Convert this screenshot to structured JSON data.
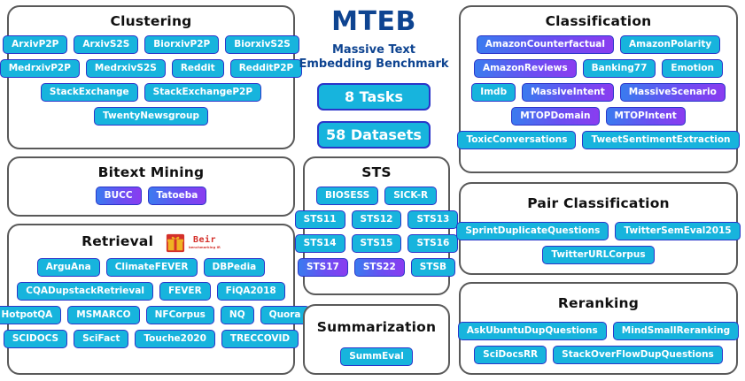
{
  "brand": {
    "title": "MTEB",
    "subtitle_line1": "Massive Text",
    "subtitle_line2": "Embedding Benchmark",
    "tasks_stat": "8 Tasks",
    "datasets_stat": "58 Datasets"
  },
  "colors": {
    "brand_blue": "#0e4491",
    "tag_cyan": "#17b4dd",
    "tag_border": "#2b35c9",
    "gradient_start": "#3a7bef",
    "gradient_end": "#8a3cf0",
    "panel_border": "#595959",
    "beir_red": "#d4302a",
    "beir_gold": "#f0b323"
  },
  "logo": {
    "beir_name": "Beir",
    "beir_tagline": "benchmarking IR",
    "beir_icon": "gift-box-icon"
  },
  "panels": {
    "clustering": {
      "title": "Clustering",
      "rows": [
        [
          {
            "label": "ArxivP2P",
            "multilingual": false
          },
          {
            "label": "ArxivS2S",
            "multilingual": false
          },
          {
            "label": "BiorxivP2P",
            "multilingual": false
          },
          {
            "label": "BiorxivS2S",
            "multilingual": false
          }
        ],
        [
          {
            "label": "MedrxivP2P",
            "multilingual": false
          },
          {
            "label": "MedrxivS2S",
            "multilingual": false
          },
          {
            "label": "Reddit",
            "multilingual": false
          },
          {
            "label": "RedditP2P",
            "multilingual": false
          }
        ],
        [
          {
            "label": "StackExchange",
            "multilingual": false
          },
          {
            "label": "StackExchangeP2P",
            "multilingual": false
          }
        ],
        [
          {
            "label": "TwentyNewsgroup",
            "multilingual": false
          }
        ]
      ]
    },
    "bitext_mining": {
      "title": "Bitext Mining",
      "rows": [
        [
          {
            "label": "BUCC",
            "multilingual": true
          },
          {
            "label": "Tatoeba",
            "multilingual": true
          }
        ]
      ]
    },
    "retrieval": {
      "title": "Retrieval",
      "rows": [
        [
          {
            "label": "ArguAna",
            "multilingual": false
          },
          {
            "label": "ClimateFEVER",
            "multilingual": false
          },
          {
            "label": "DBPedia",
            "multilingual": false
          }
        ],
        [
          {
            "label": "CQADupstackRetrieval",
            "multilingual": false
          },
          {
            "label": "FEVER",
            "multilingual": false
          },
          {
            "label": "FiQA2018",
            "multilingual": false
          }
        ],
        [
          {
            "label": "HotpotQA",
            "multilingual": false
          },
          {
            "label": "MSMARCO",
            "multilingual": false
          },
          {
            "label": "NFCorpus",
            "multilingual": false
          },
          {
            "label": "NQ",
            "multilingual": false
          },
          {
            "label": "Quora",
            "multilingual": false
          }
        ],
        [
          {
            "label": "SCIDOCS",
            "multilingual": false
          },
          {
            "label": "SciFact",
            "multilingual": false
          },
          {
            "label": "Touche2020",
            "multilingual": false
          },
          {
            "label": "TRECCOVID",
            "multilingual": false
          }
        ]
      ]
    },
    "sts": {
      "title": "STS",
      "rows": [
        [
          {
            "label": "BIOSESS",
            "multilingual": false
          },
          {
            "label": "SICK-R",
            "multilingual": false
          }
        ],
        [
          {
            "label": "STS11",
            "multilingual": false
          },
          {
            "label": "STS12",
            "multilingual": false
          },
          {
            "label": "STS13",
            "multilingual": false
          }
        ],
        [
          {
            "label": "STS14",
            "multilingual": false
          },
          {
            "label": "STS15",
            "multilingual": false
          },
          {
            "label": "STS16",
            "multilingual": false
          }
        ],
        [
          {
            "label": "STS17",
            "multilingual": true
          },
          {
            "label": "STS22",
            "multilingual": true
          },
          {
            "label": "STSB",
            "multilingual": false
          }
        ]
      ]
    },
    "summarization": {
      "title": "Summarization",
      "rows": [
        [
          {
            "label": "SummEval",
            "multilingual": false
          }
        ]
      ]
    },
    "classification": {
      "title": "Classification",
      "rows": [
        [
          {
            "label": "AmazonCounterfactual",
            "multilingual": true
          },
          {
            "label": "AmazonPolarity",
            "multilingual": false
          }
        ],
        [
          {
            "label": "AmazonReviews",
            "multilingual": true
          },
          {
            "label": "Banking77",
            "multilingual": false
          },
          {
            "label": "Emotion",
            "multilingual": false
          }
        ],
        [
          {
            "label": "Imdb",
            "multilingual": false
          },
          {
            "label": "MassiveIntent",
            "multilingual": true
          },
          {
            "label": "MassiveScenario",
            "multilingual": true
          }
        ],
        [
          {
            "label": "MTOPDomain",
            "multilingual": true
          },
          {
            "label": "MTOPIntent",
            "multilingual": true
          }
        ],
        [
          {
            "label": "ToxicConversations",
            "multilingual": false
          },
          {
            "label": "TweetSentimentExtraction",
            "multilingual": false
          }
        ]
      ]
    },
    "pair_classification": {
      "title": "Pair Classification",
      "rows": [
        [
          {
            "label": "SprintDuplicateQuestions",
            "multilingual": false
          },
          {
            "label": "TwitterSemEval2015",
            "multilingual": false
          }
        ],
        [
          {
            "label": "TwitterURLCorpus",
            "multilingual": false
          }
        ]
      ]
    },
    "reranking": {
      "title": "Reranking",
      "rows": [
        [
          {
            "label": "AskUbuntuDupQuestions",
            "multilingual": false
          },
          {
            "label": "MindSmallReranking",
            "multilingual": false
          }
        ],
        [
          {
            "label": "SciDocsRR",
            "multilingual": false
          },
          {
            "label": "StackOverFlowDupQuestions",
            "multilingual": false
          }
        ]
      ]
    }
  }
}
